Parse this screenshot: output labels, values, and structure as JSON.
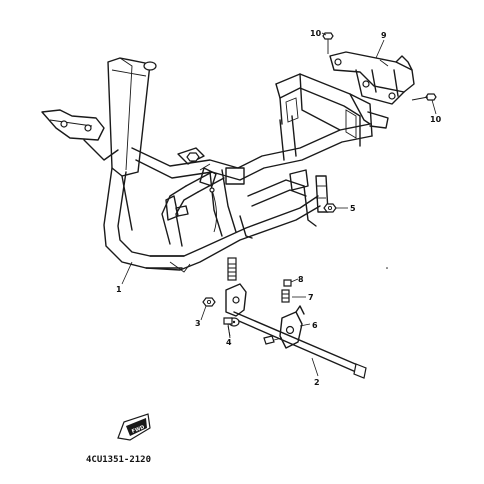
{
  "diagram": {
    "callouts": [
      "1",
      "2",
      "3",
      "4",
      "5",
      "6",
      "7",
      "8",
      "9",
      "10",
      "10"
    ],
    "part_code": "4CU1351-2120",
    "forward_badge": "FWD"
  }
}
